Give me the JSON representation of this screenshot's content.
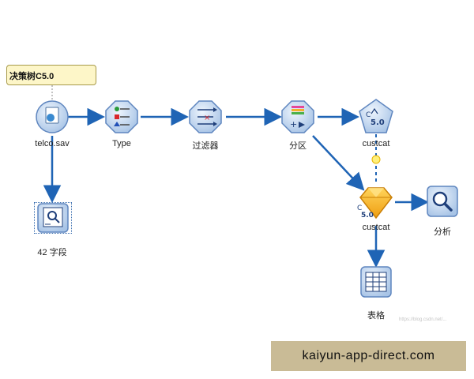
{
  "comment": {
    "text": "决策树C5.0"
  },
  "nodes": {
    "telco": {
      "label": "telco.sav",
      "icon": "database-file-icon"
    },
    "type": {
      "label": "Type",
      "icon": "type-icon"
    },
    "filter": {
      "label": "过滤器",
      "icon": "filter-icon"
    },
    "partition": {
      "label": "分区",
      "icon": "partition-icon"
    },
    "custcat_model": {
      "label": "custcat",
      "icon": "c50-modeler-icon",
      "glyph": "5.0"
    },
    "custcat_nugget": {
      "label": "custcat",
      "icon": "model-nugget-icon",
      "glyph": "5.0"
    },
    "analysis": {
      "label": "分析",
      "icon": "analysis-magnifier-icon"
    },
    "fields": {
      "label": "42 字段",
      "icon": "data-audit-icon"
    },
    "table": {
      "label": "表格",
      "icon": "table-icon"
    }
  },
  "watermark": {
    "text": "kaiyun-app-direct.com"
  },
  "faint_url": {
    "text": "https://blog.csdn.net/..."
  },
  "colors": {
    "arrow": "#1f64b5",
    "node_fill": "#c3d8ef",
    "node_stroke": "#5f86bf",
    "nugget_fill": "#f4b52b",
    "comment_bg": "#fdf6c8",
    "watermark_bg": "#c9bb96"
  }
}
